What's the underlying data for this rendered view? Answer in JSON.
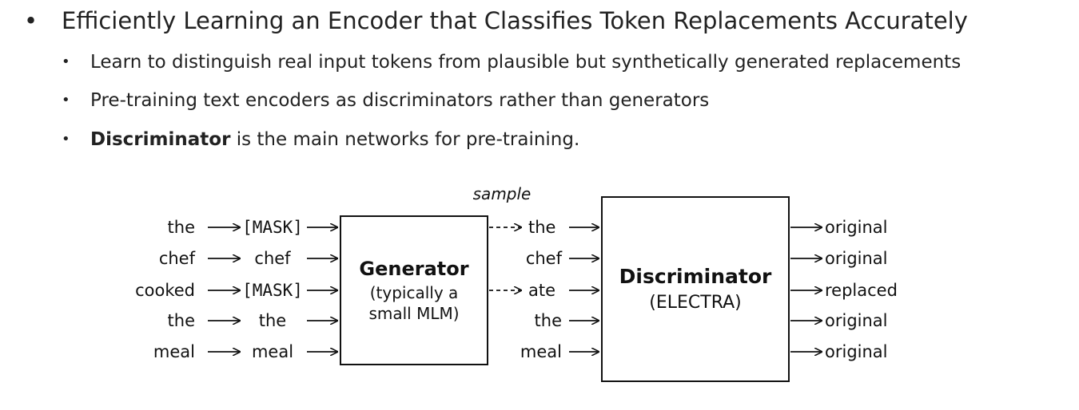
{
  "main_bullet": "Efficiently Learning an Encoder that Classifies Token Replacements Accurately",
  "sub_bullets": [
    {
      "bold": "",
      "text": "Learn to distinguish real input tokens from plausible but synthetically generated replacements"
    },
    {
      "bold": "",
      "text": "Pre-training text encoders as discriminators rather than generators"
    },
    {
      "bold": "Discriminator",
      "text": " is the main networks for pre-training."
    }
  ],
  "diagram": {
    "sample_label": "sample",
    "input_tokens": [
      "the",
      "chef",
      "cooked",
      "the",
      "meal"
    ],
    "masked_tokens": [
      "[MASK]",
      "chef",
      "[MASK]",
      "the",
      "meal"
    ],
    "generator": {
      "title": "Generator",
      "line1": "(typically a",
      "line2": "small MLM)"
    },
    "sampled_tokens": [
      "the",
      "chef",
      "ate",
      "the",
      "meal"
    ],
    "discriminator": {
      "title": "Discriminator",
      "subtitle": "(ELECTRA)"
    },
    "outputs": [
      "original",
      "original",
      "replaced",
      "original",
      "original"
    ]
  }
}
